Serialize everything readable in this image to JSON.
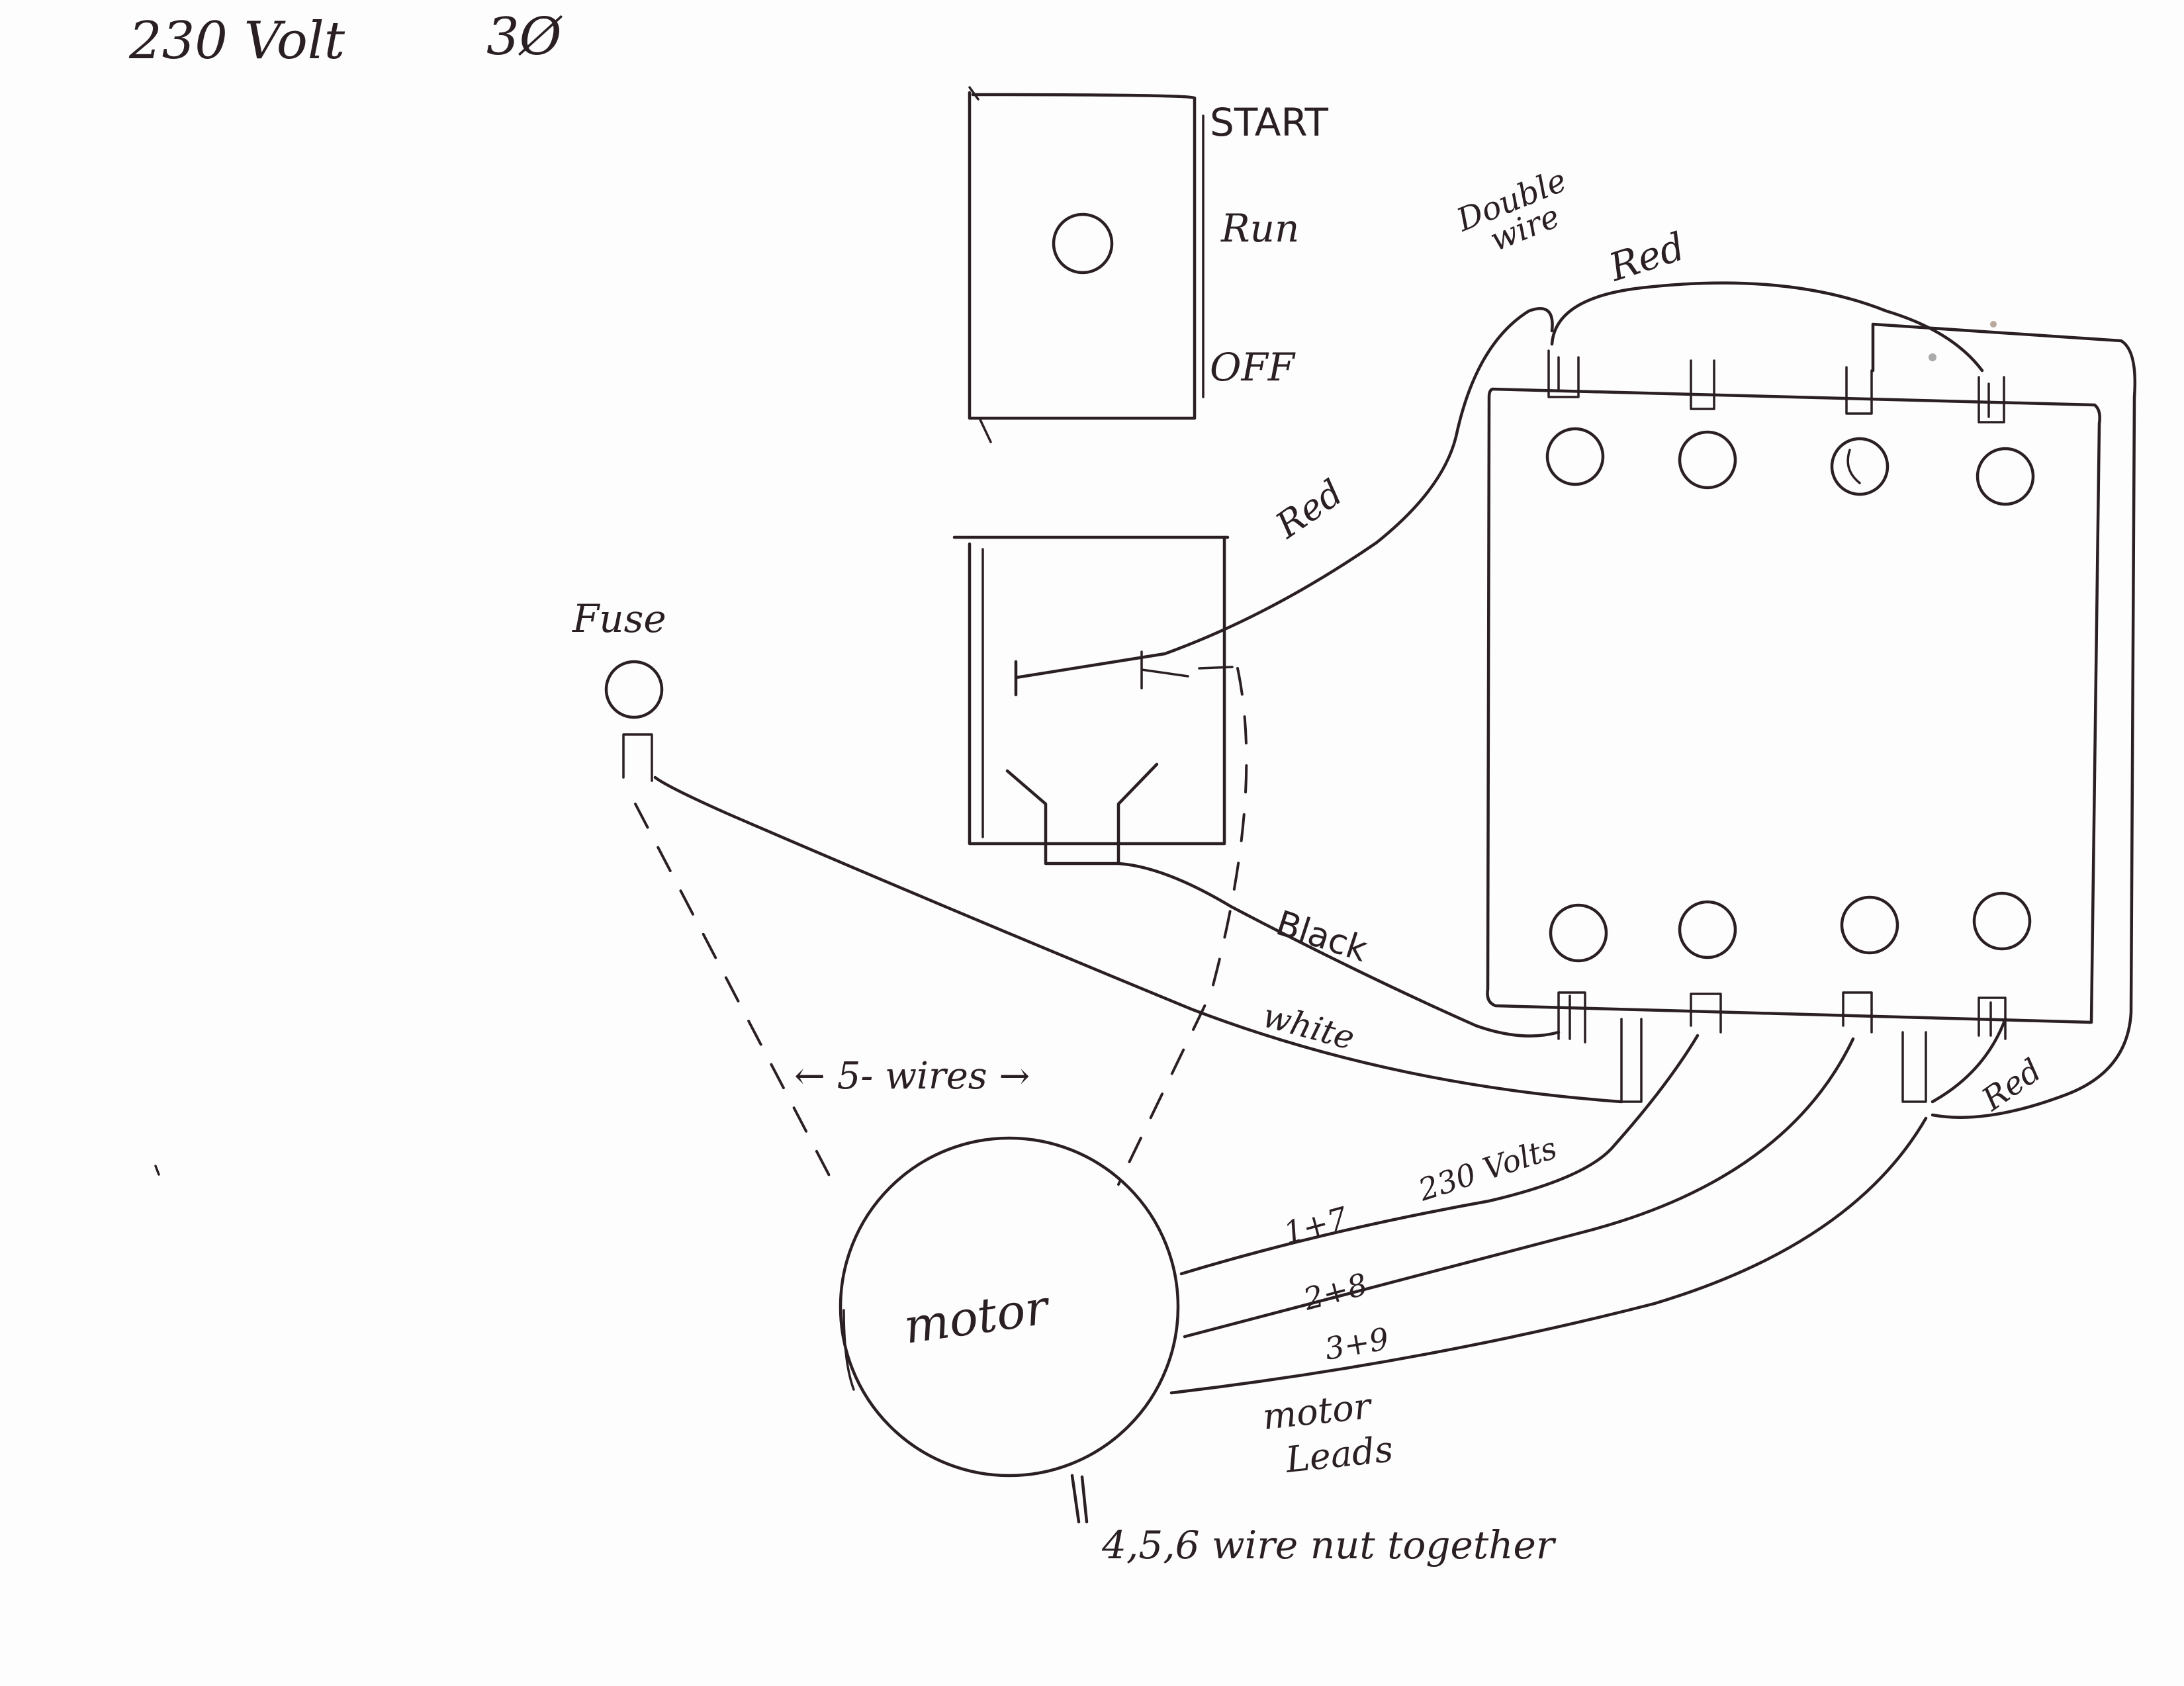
{
  "title": "230 Volt",
  "phase": "3Ø",
  "switch_labels": {
    "start": "START",
    "run": "Run",
    "off": "OFF"
  },
  "labels": {
    "double_wire_1": "Double",
    "double_wire_2": "wire",
    "red_top": "Red",
    "red_mid": "Red",
    "red_right": "Red",
    "fuse": "Fuse",
    "black": "Black",
    "white": "white",
    "wires_5": "← 5- wires →",
    "volts": "230 Volts",
    "lead_1_7": "1+7",
    "lead_2_8": "2+8",
    "lead_3_9": "3+9",
    "motor": "motor",
    "motor_leads_1": "motor",
    "motor_leads_2": "Leads",
    "wirenut": "4,5,6  wire nut  together"
  },
  "colors": {
    "ink": "#2a1f22",
    "paper": "#fdfdfd"
  }
}
